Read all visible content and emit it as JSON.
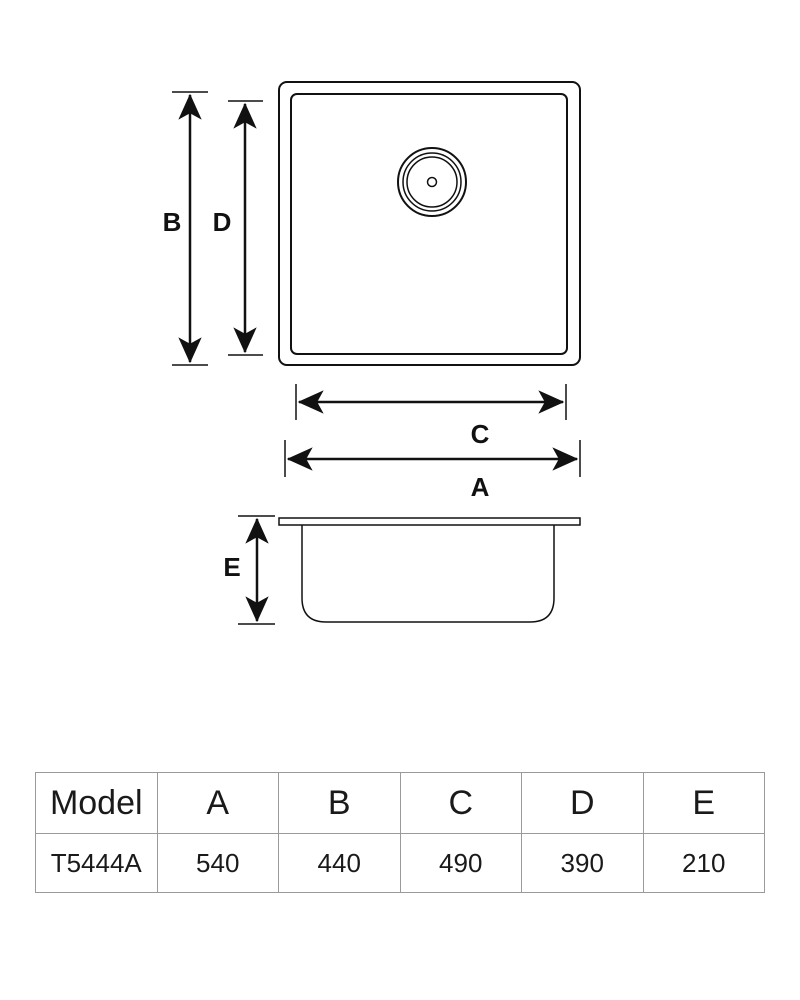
{
  "diagram": {
    "labels": {
      "A": "A",
      "B": "B",
      "C": "C",
      "D": "D",
      "E": "E"
    }
  },
  "table": {
    "headers": [
      "Model",
      "A",
      "B",
      "C",
      "D",
      "E"
    ],
    "rows": [
      [
        "T5444A",
        "540",
        "440",
        "490",
        "390",
        "210"
      ]
    ]
  }
}
